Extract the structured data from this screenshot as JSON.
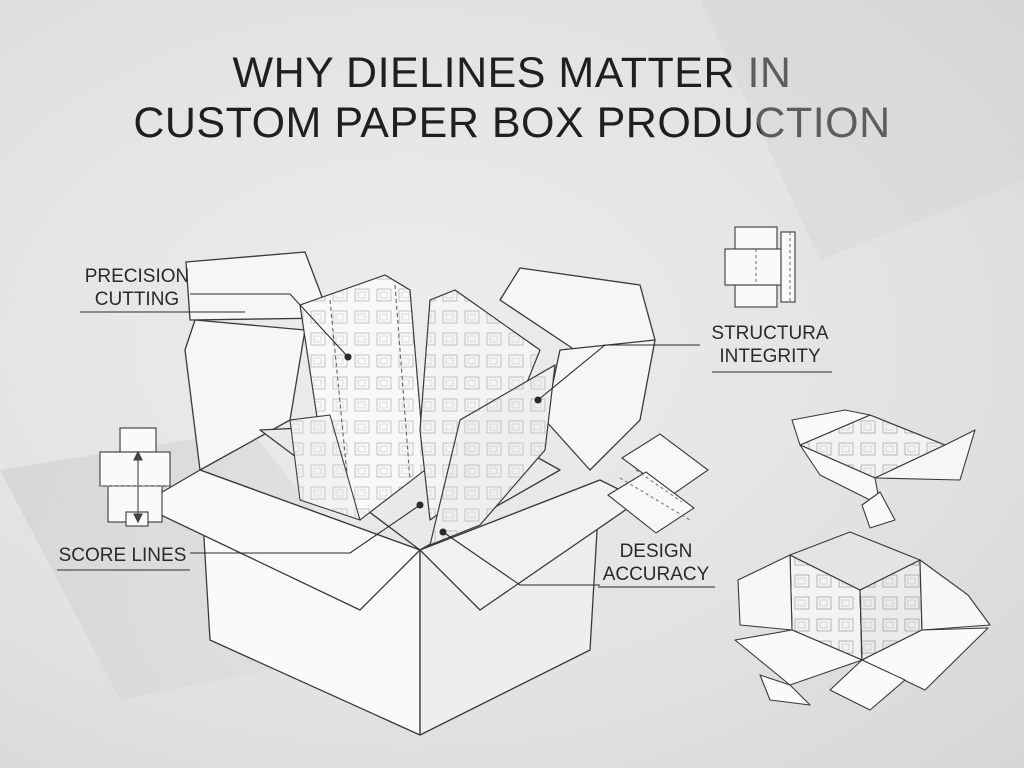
{
  "title": {
    "line1": "WHY DIELINES MATTER IN",
    "line2": "CUSTOM PAPER BOX PRODUCTION"
  },
  "labels": {
    "precision_cutting": {
      "line1": "PRECISION",
      "line2": "CUTTING"
    },
    "structural_integrity": {
      "line1": "STRUCTURA",
      "line2": "INTEGRITY"
    },
    "score_lines": {
      "line1": "SCORE LINES"
    },
    "design_accuracy": {
      "line1": "DESIGN",
      "line2": "ACCURACY"
    }
  },
  "colors": {
    "background": "#e6e6e6",
    "ink": "#2a2a2a",
    "paper": "#f7f7f7"
  }
}
